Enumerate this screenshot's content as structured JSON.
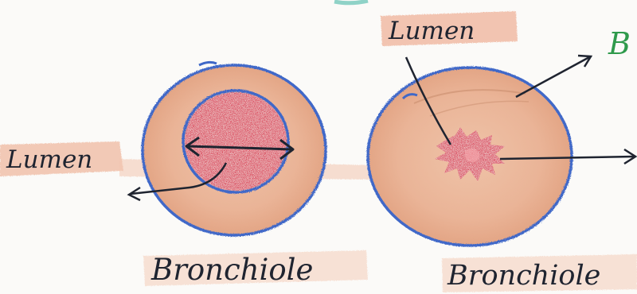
{
  "labels": {
    "left_lumen": "Lumen",
    "left_caption": "Bronchiole",
    "right_lumen": "Lumen",
    "right_caption": "Bronchiole",
    "right_edge_letter": "B"
  },
  "colors": {
    "outline_blue": "#3f68c8",
    "wall_peach": "#eab497",
    "lumen_red": "#d8384f",
    "ink": "#1f2430",
    "edge_letter_green": "#2f9a4c",
    "smudge_teal": "#47b7a6"
  }
}
